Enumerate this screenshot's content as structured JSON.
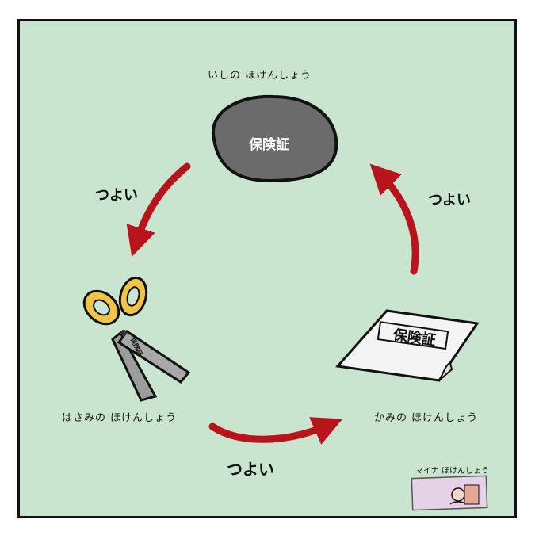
{
  "rock": {
    "title": "いしの ほけんしょう",
    "card_text": "保険証"
  },
  "scissors": {
    "title": "はさみの ほけんしょう",
    "blade_text": "保険証"
  },
  "paper": {
    "title": "かみの ほけんしょう",
    "card_text": "保険証"
  },
  "arrows": {
    "left_label": "つよい",
    "right_label": "つよい",
    "bottom_label": "つよい"
  },
  "myna": {
    "title": "マイナ ほけんしょう"
  },
  "colors": {
    "background": "#c9e4cf",
    "arrow": "#b8141b",
    "rock": "#6b6b6b",
    "handle": "#f1c447"
  }
}
